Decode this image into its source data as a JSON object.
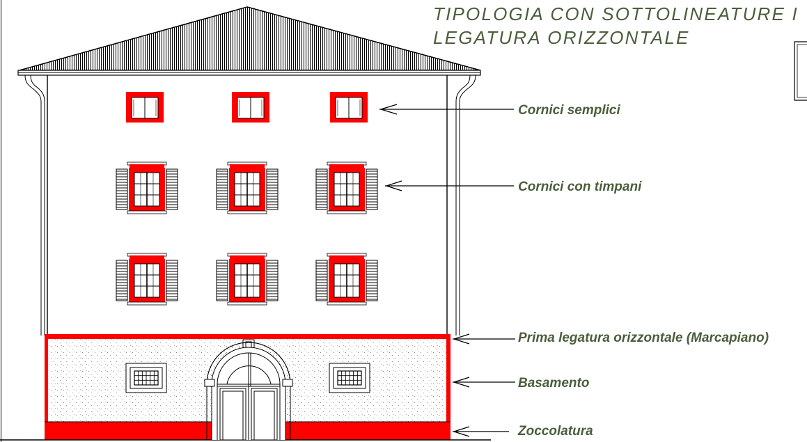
{
  "title": {
    "line1": "TIPOLOGIA CON SOTTOLINEATURE I",
    "line2": "LEGATURA ORIZZONTALE"
  },
  "callouts": {
    "cornici_semplici": "Cornici semplici",
    "cornici_timpani": "Cornici con timpani",
    "marcapiano": "Prima legatura orizzontale (Marcapiano)",
    "basamento": "Basamento",
    "zoccolatura": "Zoccolatura"
  },
  "colors": {
    "highlight": "#ff0000",
    "label_text": "#4a5e3c",
    "line": "#000000",
    "background": "#ffffff"
  }
}
